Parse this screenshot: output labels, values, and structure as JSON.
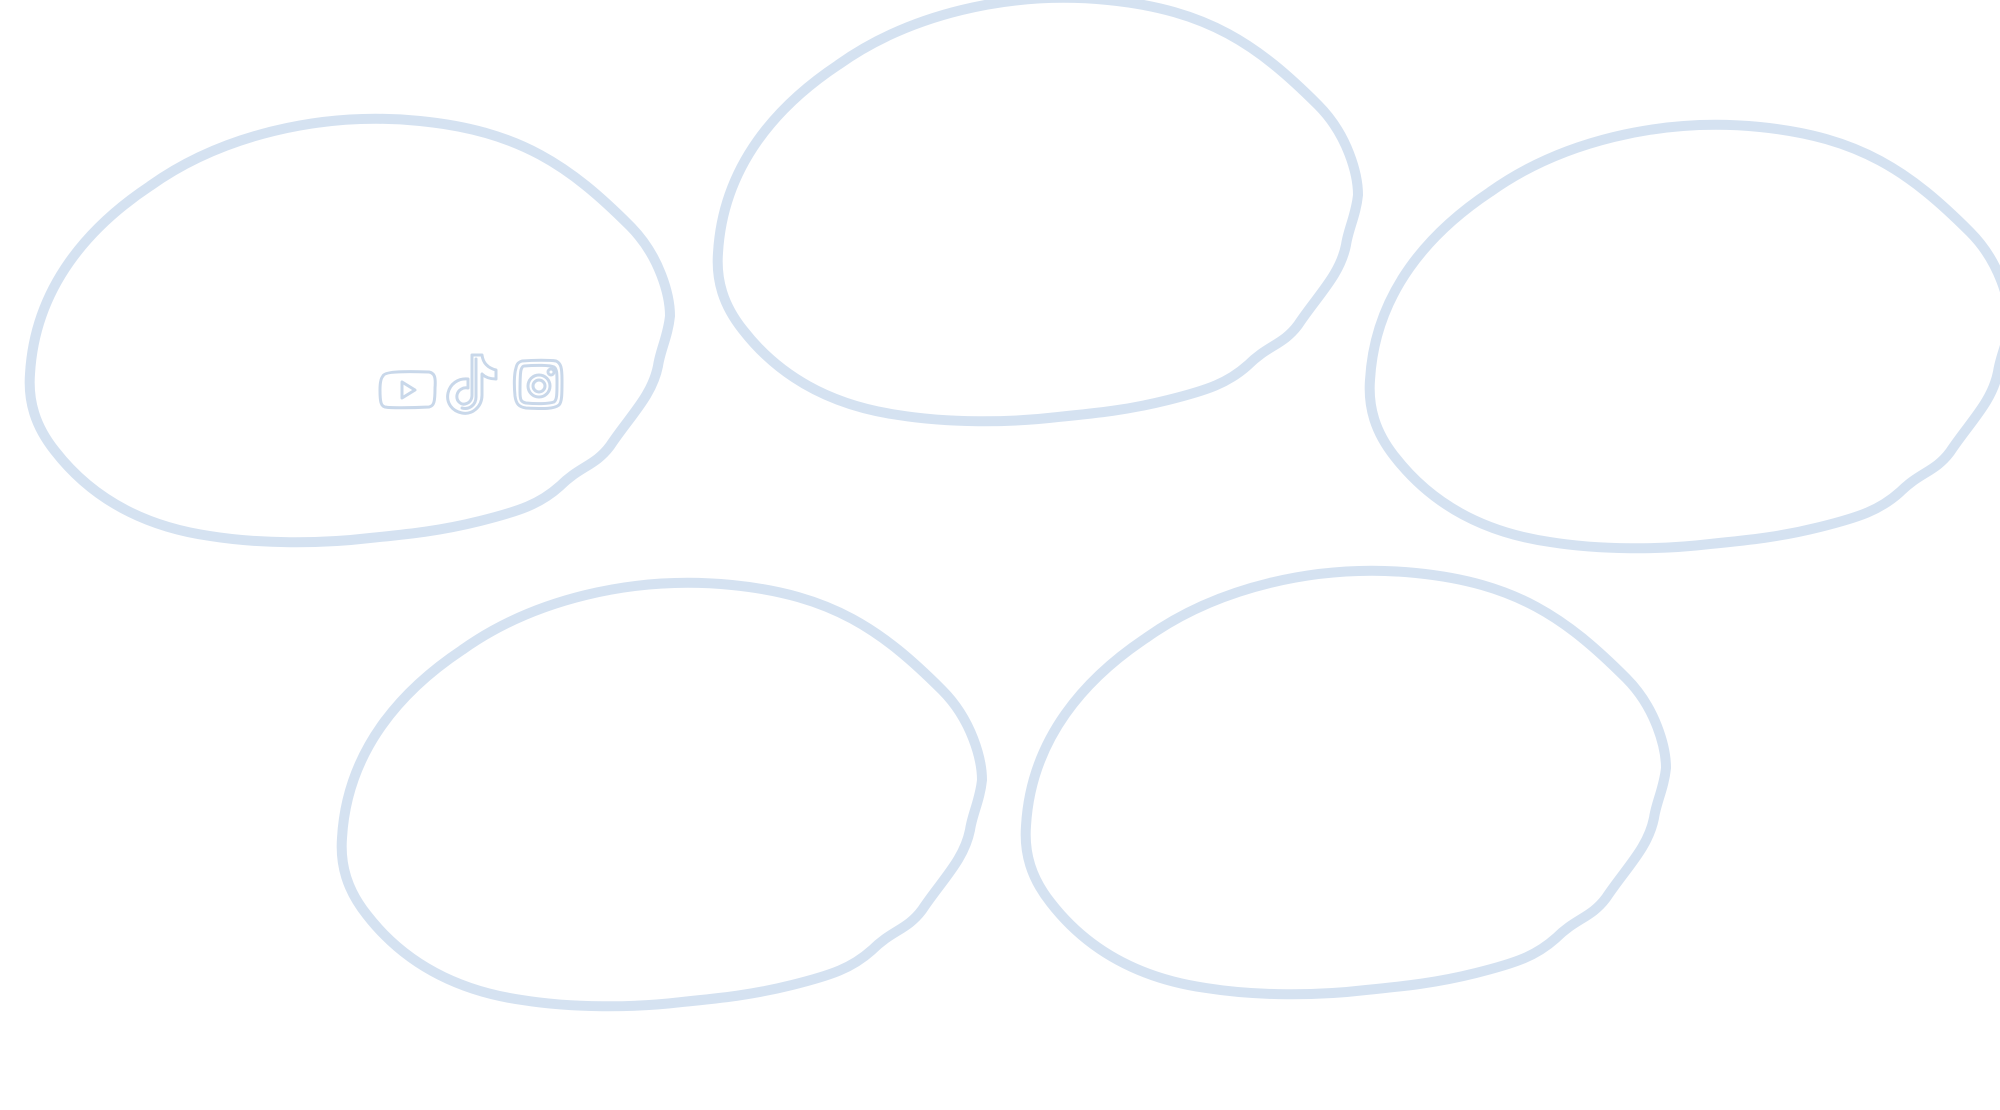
{
  "theme": {
    "outline_color": "#d5e2f1",
    "icon_color": "#c9d8ea"
  },
  "shapes": [
    {
      "name": "blob-shape-1",
      "has_icons": true
    },
    {
      "name": "blob-shape-2",
      "has_icons": false
    },
    {
      "name": "blob-shape-3",
      "has_icons": false
    },
    {
      "name": "blob-shape-4",
      "has_icons": false
    },
    {
      "name": "blob-shape-5",
      "has_icons": false
    }
  ],
  "social_icons": [
    "youtube-icon",
    "tiktok-icon",
    "instagram-icon"
  ]
}
